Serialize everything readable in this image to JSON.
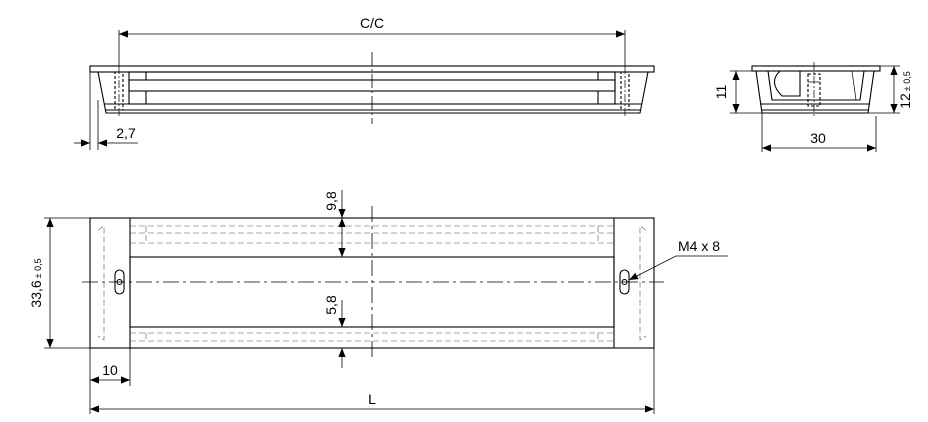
{
  "colors": {
    "line": "#000000",
    "background": "#ffffff"
  },
  "top_view": {
    "cc_label": "C/C",
    "wall_dim": "2,7"
  },
  "side_view": {
    "depth_dim": "11",
    "height_dim_main": "12",
    "height_dim_tol": "± 0,5",
    "width_dim": "30"
  },
  "plan_view": {
    "groove_top_dim": "9,8",
    "groove_bottom_dim": "5,8",
    "height_dim_main": "33,6",
    "height_dim_tol": "± 0,5",
    "end_dim": "10",
    "length_label": "L",
    "thread_label": "M4 x 8"
  }
}
